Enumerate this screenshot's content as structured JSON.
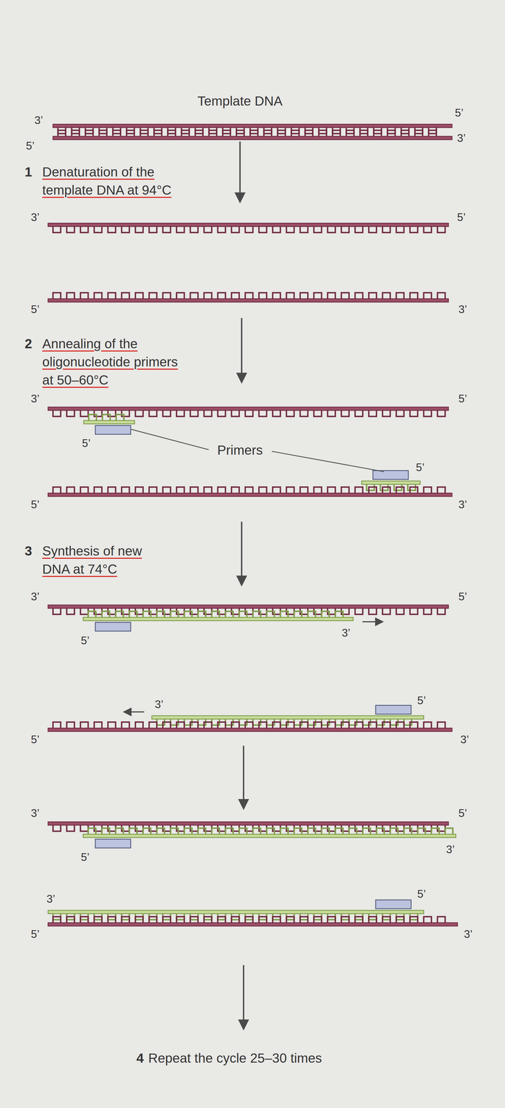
{
  "diagram": {
    "labels": [
      "Template DNA",
      "3’",
      "5’",
      "5’",
      "3’",
      "1",
      "Denaturation of the template DNA at 94°C",
      "3’",
      "5’",
      "5’",
      "3’",
      "2",
      "Annealing of the oligonucleotide primers at 50–60°C",
      "3’",
      "5’",
      "5’",
      "Primers",
      "5’",
      "5’",
      "3’",
      "3",
      "Synthesis of new DNA at 74°C",
      "3’",
      "5’",
      "5’",
      "3’",
      "3’",
      "5’",
      "5’",
      "3’",
      "3’",
      "5’",
      "5’",
      "3’",
      "3’",
      "5’",
      "5’",
      "3’",
      "4",
      "Repeat the cycle 25–30 times"
    ]
  }
}
